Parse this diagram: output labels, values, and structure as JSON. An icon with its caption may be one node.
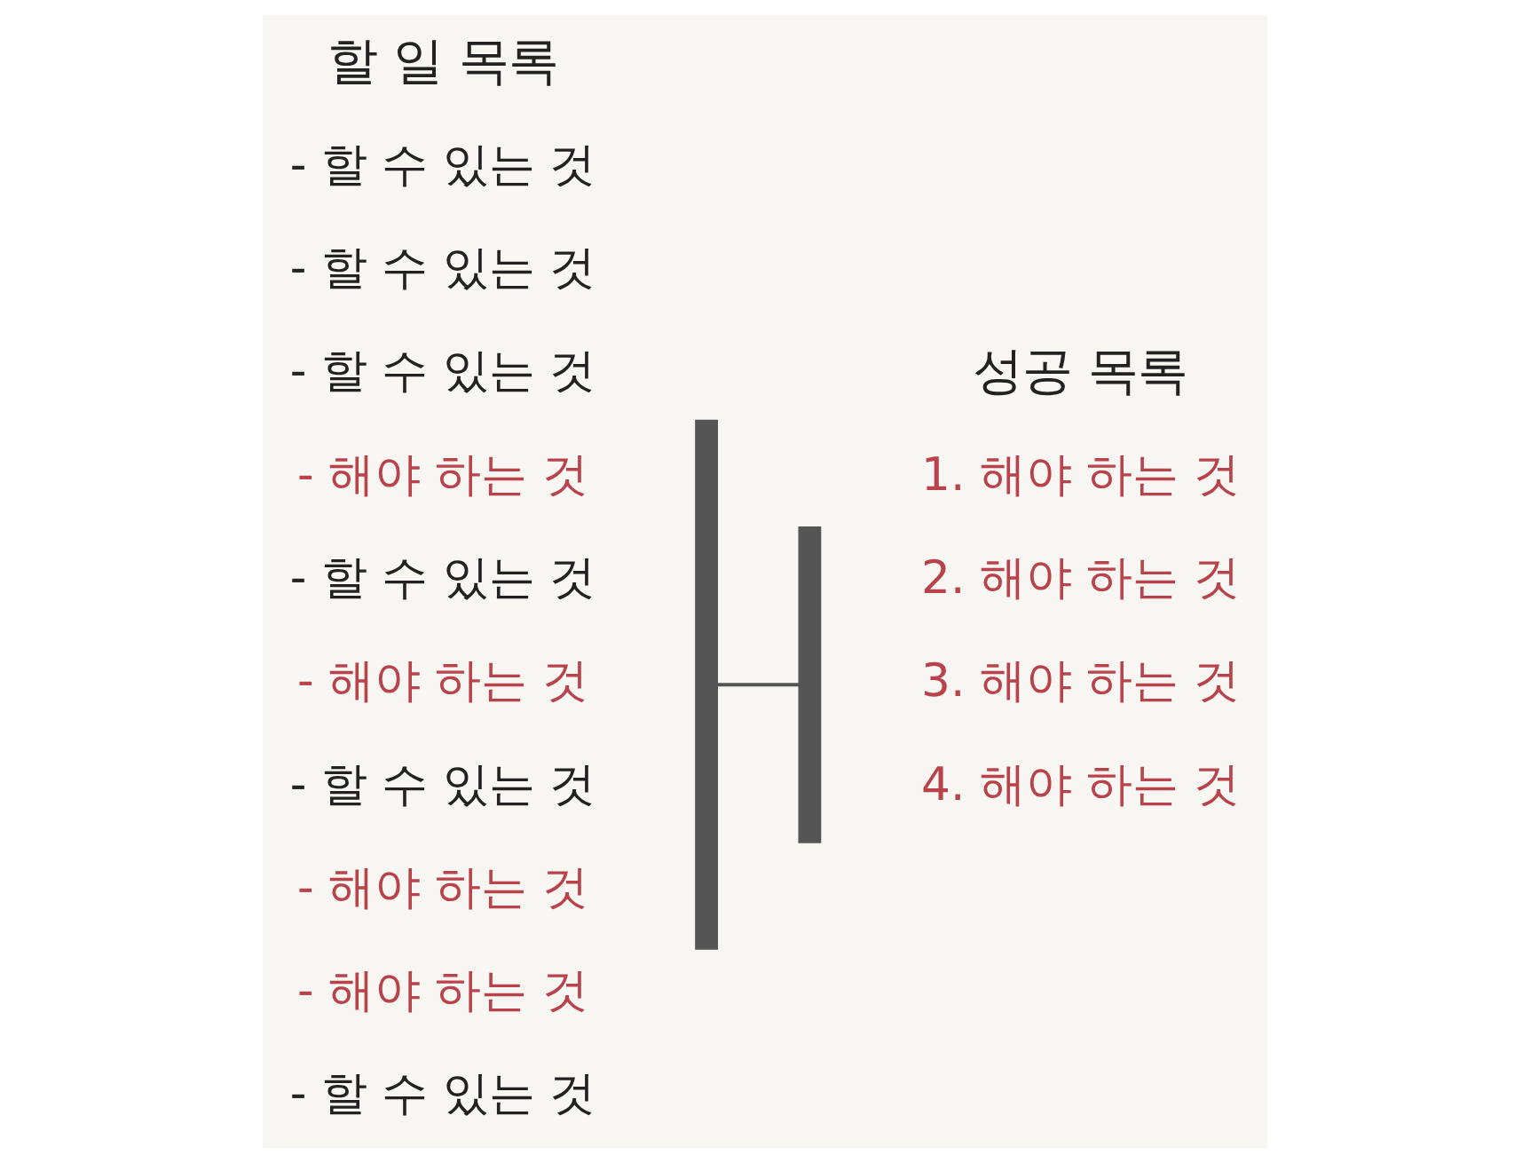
{
  "diagram": {
    "nodes": [
      {
        "text": [
          "- 할 수 있는 것"
        ]
      },
      {
        "text": [
          "- 할 수 있는 것"
        ]
      },
      {
        "text": [
          "- 할 수 있는 것"
        ]
      },
      {
        "text": [
          "- 해야 하는 것"
        ]
      },
      {
        "text": [
          "- 할 수 있는 것"
        ]
      },
      {
        "text": [
          "- 해야 하는 것"
        ]
      },
      {
        "text": [
          "- 할 수 있는 것"
        ]
      },
      {
        "text": [
          "- 해야 하는 것"
        ]
      },
      {
        "text": [
          "- 해야 하는 것"
        ]
      },
      {
        "text": [
          "- 할 수 있는 것"
        ]
      },
      {
        "text": [
          "1. 해야 하는 것"
        ]
      },
      {
        "text": [
          "2. 해야 하는 것"
        ]
      },
      {
        "text": [
          "3. 해야 하는 것"
        ]
      },
      {
        "text": [
          "4. 해야 하는 것"
        ]
      },
      {
        "text": [],
        "shape": "bar"
      },
      {
        "text": [],
        "shape": "bar"
      }
    ],
    "edges": [
      {
        "from": 14,
        "to": 15,
        "arrow": "none"
      }
    ],
    "labels": [
      "할 일 목록",
      "성공 목록"
    ]
  }
}
